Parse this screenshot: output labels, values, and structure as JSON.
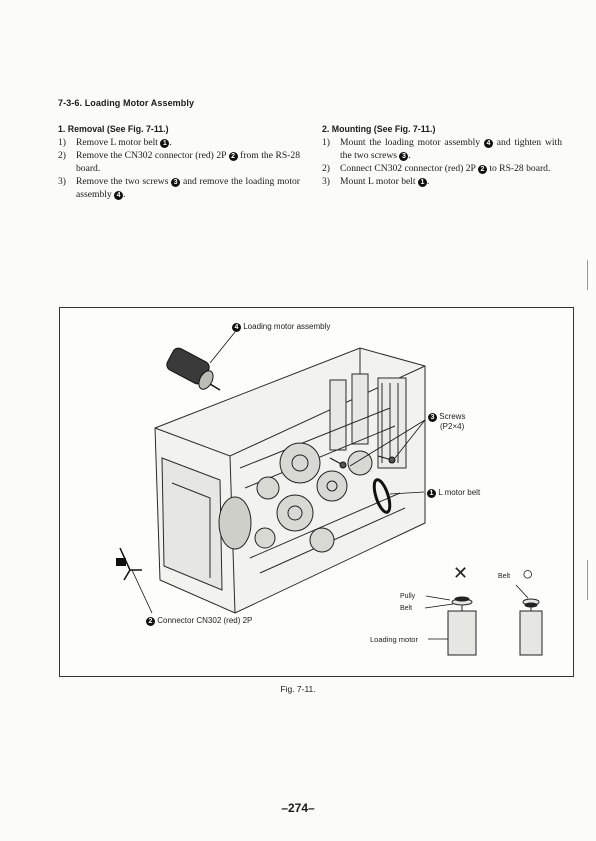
{
  "section_heading": "7-3-6. Loading Motor Assembly",
  "removal": {
    "title": "1. Removal (See Fig. 7-11.)",
    "steps": [
      {
        "num": "1)",
        "pre": "Remove L motor belt ",
        "mark": "1",
        "post": "."
      },
      {
        "num": "2)",
        "pre": "Remove the CN302 connector (red) 2P ",
        "mark": "2",
        "post": " from the RS-28 board."
      },
      {
        "num": "3)",
        "pre": "Remove the two screws ",
        "mark": "3",
        "post": " and remove the loading motor assembly ",
        "mark2": "4",
        "post2": "."
      }
    ]
  },
  "mounting": {
    "title": "2. Mounting (See Fig. 7-11.)",
    "steps": [
      {
        "num": "1)",
        "pre": "Mount the loading motor assembly ",
        "mark": "4",
        "post": " and tighten with the two screws ",
        "mark2": "3",
        "post2": "."
      },
      {
        "num": "2)",
        "pre": "Connect CN302 connector (red) 2P ",
        "mark": "2",
        "post": " to RS-28 board."
      },
      {
        "num": "3)",
        "pre": "Mount L motor belt ",
        "mark": "1",
        "post": "."
      }
    ]
  },
  "figure": {
    "callouts": {
      "loading_motor_assembly": {
        "mark": "4",
        "text": "Loading motor assembly"
      },
      "screws": {
        "mark": "3",
        "text": "Screws",
        "sub": "(P2×4)"
      },
      "l_motor_belt": {
        "mark": "1",
        "text": "L motor belt"
      },
      "connector": {
        "mark": "2",
        "text": "Connector CN302 (red) 2P"
      }
    },
    "detail": {
      "wrong_mark": "✕",
      "right_mark": "○",
      "belt": "Belt",
      "pully": "Pully",
      "belt2": "Belt",
      "loading_motor": "Loading motor"
    }
  },
  "caption": "Fig. 7-11.",
  "page_number": "–274–"
}
